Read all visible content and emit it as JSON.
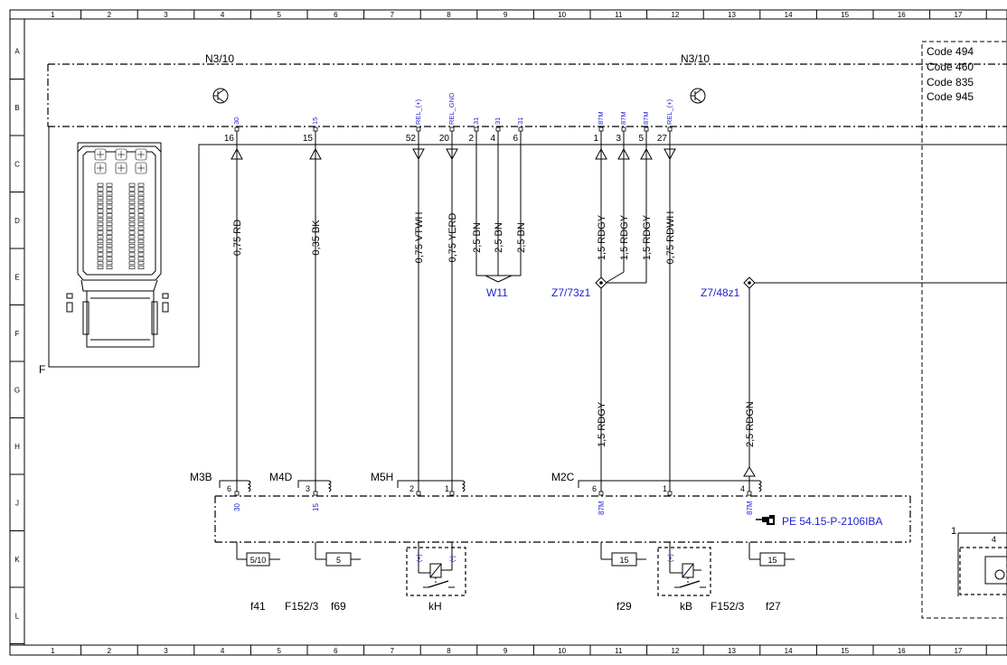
{
  "border": {
    "columns": [
      "1",
      "2",
      "3",
      "4",
      "5",
      "6",
      "7",
      "8",
      "9",
      "10",
      "11",
      "12",
      "13",
      "14",
      "15",
      "16",
      "17"
    ],
    "rows": [
      "A",
      "B",
      "C",
      "D",
      "E",
      "F",
      "G",
      "H",
      "J",
      "K",
      "L"
    ]
  },
  "module": {
    "name_left": "N3/10",
    "name_right": "N3/10",
    "connector_label": "F"
  },
  "code_box": {
    "lines": [
      "Code 494",
      "Code 460",
      "Code 835",
      "Code 945"
    ]
  },
  "pins": [
    {
      "pin": "16",
      "terminal": "30",
      "wire": "0,75 RD",
      "dir": "up"
    },
    {
      "pin": "15",
      "terminal": "15",
      "wire": "0,35 BK",
      "dir": "up"
    },
    {
      "pin": "52",
      "terminal": "REL_(+)",
      "wire": "0,75 VTWH",
      "dir": "down"
    },
    {
      "pin": "20",
      "terminal": "REL_GND",
      "wire": "0,75 YERD",
      "dir": "down"
    },
    {
      "pin": "2",
      "terminal": "31",
      "wire": "2,5 BN",
      "dir": "none"
    },
    {
      "pin": "4",
      "terminal": "31",
      "wire": "2,5 BN",
      "dir": "none"
    },
    {
      "pin": "6",
      "terminal": "31",
      "wire": "2,5 BN",
      "dir": "none"
    },
    {
      "pin": "1",
      "terminal": "87M",
      "wire": "1,5 RDGY",
      "dir": "up"
    },
    {
      "pin": "3",
      "terminal": "87M",
      "wire": "1,5 RDGY",
      "dir": "up"
    },
    {
      "pin": "5",
      "terminal": "87M",
      "wire": "1,5 RDGY",
      "dir": "up"
    },
    {
      "pin": "27",
      "terminal": "REL_(+)",
      "wire": "0,75 RDWH",
      "dir": "down"
    }
  ],
  "splices": {
    "w11": "W11",
    "z7_73": "Z7/73z1",
    "z7_48": "Z7/48z1"
  },
  "lower_wires": {
    "z7_73_wire": "1,5 RDGY",
    "z7_48_wire": "2,5 RDGN"
  },
  "fuse_box_connectors": [
    {
      "name": "M3B",
      "pin": "6"
    },
    {
      "name": "M4D",
      "pin": "3"
    },
    {
      "name": "M5H",
      "pin_a": "2",
      "pin_b": "1"
    },
    {
      "name": "M2C",
      "pin_a": "6",
      "pin_b": "1",
      "pin_c": "4"
    }
  ],
  "fuse_box_terminals": {
    "t1": "30",
    "t2": "15",
    "t3": "87M",
    "t4": "87M"
  },
  "relay_terminals": {
    "plus": "(+)",
    "minus": "(-)"
  },
  "fuses": {
    "f41": "5/10",
    "f69": "5",
    "f29": "15",
    "f27": "15"
  },
  "bottom_labels": {
    "f41": "f41",
    "f152_a": "F152/3",
    "f69": "f69",
    "kH": "kH",
    "f29": "f29",
    "kB": "kB",
    "f152_b": "F152/3",
    "f27": "f27"
  },
  "reference": "PE 54.15-P-2106IBA",
  "edge_labels": {
    "one": "1",
    "four": "4"
  }
}
